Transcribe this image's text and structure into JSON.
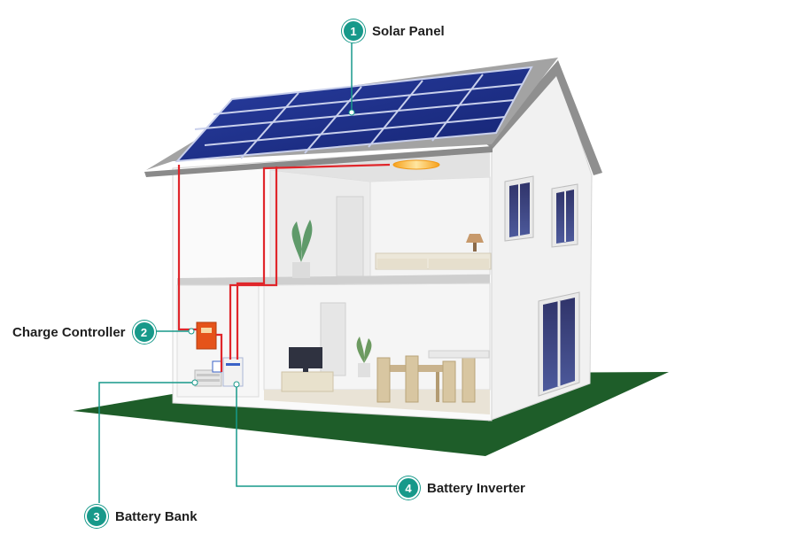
{
  "callouts": [
    {
      "number": "1",
      "label": "Solar Panel"
    },
    {
      "number": "2",
      "label": "Charge Controller"
    },
    {
      "number": "3",
      "label": "Battery Bank"
    },
    {
      "number": "4",
      "label": "Battery Inverter"
    }
  ],
  "colors": {
    "accent": "#17998a",
    "wiring": "#e0262b",
    "ground": "#1e5d29",
    "panel": "#1d2f86",
    "roof": "#9a9a9a"
  }
}
